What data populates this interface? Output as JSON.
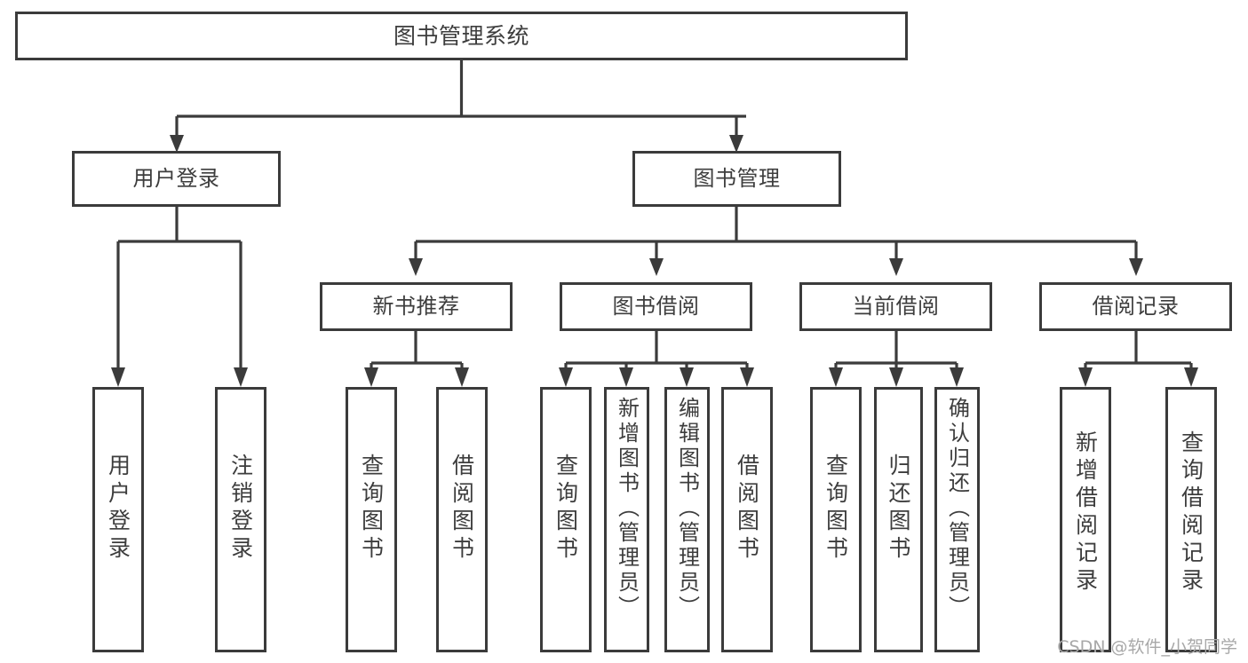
{
  "diagram": {
    "title": "图书管理系统",
    "type": "tree",
    "colors": {
      "stroke": "#3b3b3b",
      "text": "#3d3d3d",
      "background": "#ffffff",
      "watermark": "#a8a8a8"
    },
    "root": {
      "id": "root",
      "label": "图书管理系统",
      "orientation": "horizontal"
    },
    "level1": [
      {
        "id": "user-login",
        "label": "用户登录",
        "orientation": "horizontal"
      },
      {
        "id": "book-manage",
        "label": "图书管理",
        "orientation": "horizontal"
      }
    ],
    "level2": [
      {
        "id": "new-book-rec",
        "label": "新书推荐",
        "orientation": "horizontal",
        "parent": "book-manage"
      },
      {
        "id": "book-borrow",
        "label": "图书借阅",
        "orientation": "horizontal",
        "parent": "book-manage"
      },
      {
        "id": "current-borrow",
        "label": "当前借阅",
        "orientation": "horizontal",
        "parent": "book-manage"
      },
      {
        "id": "borrow-record",
        "label": "借阅记录",
        "orientation": "horizontal",
        "parent": "book-manage"
      }
    ],
    "leaves": [
      {
        "id": "leaf-user-login",
        "label": "用户登录",
        "parent": "user-login",
        "orientation": "vertical"
      },
      {
        "id": "leaf-user-logout",
        "label": "注销登录",
        "parent": "user-login",
        "orientation": "vertical"
      },
      {
        "id": "leaf-query-book-1",
        "label": "查询图书",
        "parent": "new-book-rec",
        "orientation": "vertical"
      },
      {
        "id": "leaf-borrow-book-1",
        "label": "借阅图书",
        "parent": "new-book-rec",
        "orientation": "vertical"
      },
      {
        "id": "leaf-query-book-2",
        "label": "查询图书",
        "parent": "book-borrow",
        "orientation": "vertical"
      },
      {
        "id": "leaf-add-book",
        "label": "新增图书（管理员）",
        "parent": "book-borrow",
        "orientation": "vertical"
      },
      {
        "id": "leaf-edit-book",
        "label": "编辑图书（管理员）",
        "parent": "book-borrow",
        "orientation": "vertical"
      },
      {
        "id": "leaf-borrow-book-2",
        "label": "借阅图书",
        "parent": "book-borrow",
        "orientation": "vertical"
      },
      {
        "id": "leaf-query-book-3",
        "label": "查询图书",
        "parent": "current-borrow",
        "orientation": "vertical"
      },
      {
        "id": "leaf-return-book",
        "label": "归还图书",
        "parent": "current-borrow",
        "orientation": "vertical"
      },
      {
        "id": "leaf-confirm-return",
        "label": "确认归还（管理员）",
        "parent": "current-borrow",
        "orientation": "vertical"
      },
      {
        "id": "leaf-add-record",
        "label": "新增借阅记录",
        "parent": "borrow-record",
        "orientation": "vertical"
      },
      {
        "id": "leaf-query-record",
        "label": "查询借阅记录",
        "parent": "borrow-record",
        "orientation": "vertical"
      }
    ]
  },
  "watermark": {
    "text": "CSDN @软件_小贺同学"
  }
}
